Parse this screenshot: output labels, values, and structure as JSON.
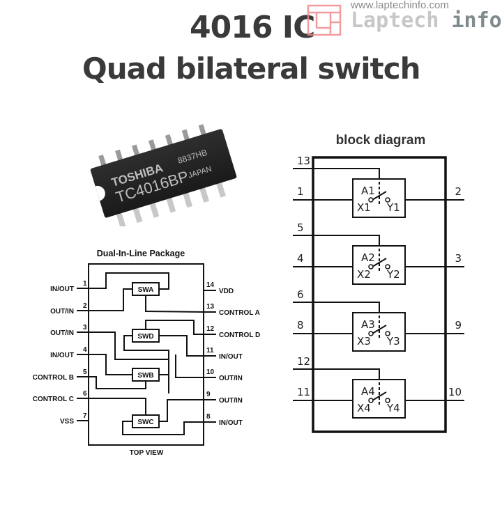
{
  "header": {
    "title_line1": "4016 IC",
    "title_line2": "Quad bilateral switch"
  },
  "watermark": {
    "url": "www.laptechinfo.com",
    "brand_part1": "Laptech",
    "brand_part2": "info",
    "logo_color": "#f08a8f"
  },
  "chip_photo": {
    "brand": "TOSHIBA",
    "date_code": "8837HB",
    "part_number": "TC4016BP",
    "origin": "JAPAN"
  },
  "dip_package": {
    "title": "Dual-In-Line Package",
    "footer": "TOP VIEW",
    "left_pins": [
      {
        "num": "1",
        "label": "IN/OUT"
      },
      {
        "num": "2",
        "label": "OUT/IN"
      },
      {
        "num": "3",
        "label": "OUT/IN"
      },
      {
        "num": "4",
        "label": "IN/OUT"
      },
      {
        "num": "5",
        "label": "CONTROL B"
      },
      {
        "num": "6",
        "label": "CONTROL C"
      },
      {
        "num": "7",
        "label": "VSS"
      }
    ],
    "right_pins": [
      {
        "num": "14",
        "label": "VDD"
      },
      {
        "num": "13",
        "label": "CONTROL A"
      },
      {
        "num": "12",
        "label": "CONTROL D"
      },
      {
        "num": "11",
        "label": "IN/OUT"
      },
      {
        "num": "10",
        "label": "OUT/IN"
      },
      {
        "num": "9",
        "label": "OUT/IN"
      },
      {
        "num": "8",
        "label": "IN/OUT"
      }
    ],
    "switches": [
      "SWA",
      "SWD",
      "SWB",
      "SWC"
    ]
  },
  "block_diagram": {
    "title": "block diagram",
    "switches": [
      {
        "ctrl_pin": "13",
        "in_pin": "1",
        "out_pin": "2",
        "ctrl": "A1",
        "x": "X1",
        "y": "Y1"
      },
      {
        "ctrl_pin": "5",
        "in_pin": "4",
        "out_pin": "3",
        "ctrl": "A2",
        "x": "X2",
        "y": "Y2"
      },
      {
        "ctrl_pin": "6",
        "in_pin": "8",
        "out_pin": "9",
        "ctrl": "A3",
        "x": "X3",
        "y": "Y3"
      },
      {
        "ctrl_pin": "12",
        "in_pin": "11",
        "out_pin": "10",
        "ctrl": "A4",
        "x": "X4",
        "y": "Y4"
      }
    ]
  }
}
